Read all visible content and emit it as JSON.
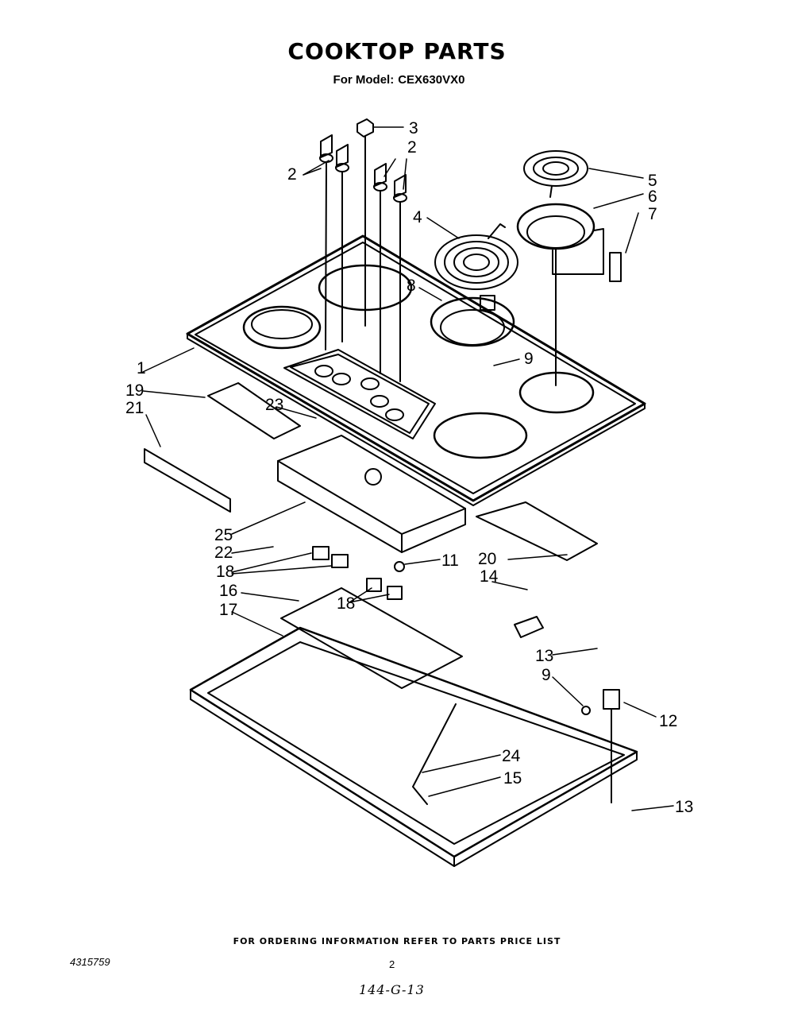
{
  "header": {
    "title": "COOKTOP PARTS",
    "model_prefix": "For Model:",
    "model_number": "CEX630VX0"
  },
  "callouts": {
    "c1": "1",
    "c2a": "2",
    "c2b": "2",
    "c3": "3",
    "c4": "4",
    "c5": "5",
    "c6": "6",
    "c7": "7",
    "c8": "8",
    "c9a": "9",
    "c9b": "9",
    "c11": "11",
    "c12": "12",
    "c13a": "13",
    "c13b": "13",
    "c14": "14",
    "c15": "15",
    "c16": "16",
    "c17": "17",
    "c18a": "18",
    "c18b": "18",
    "c19": "19",
    "c20": "20",
    "c21": "21",
    "c22": "22",
    "c23": "23",
    "c24": "24",
    "c25": "25"
  },
  "footer": {
    "ordering_note": "FOR ORDERING INFORMATION REFER TO PARTS PRICE LIST",
    "document_number": "4315759",
    "page_number": "2",
    "handwritten_note": "144-G-13"
  }
}
